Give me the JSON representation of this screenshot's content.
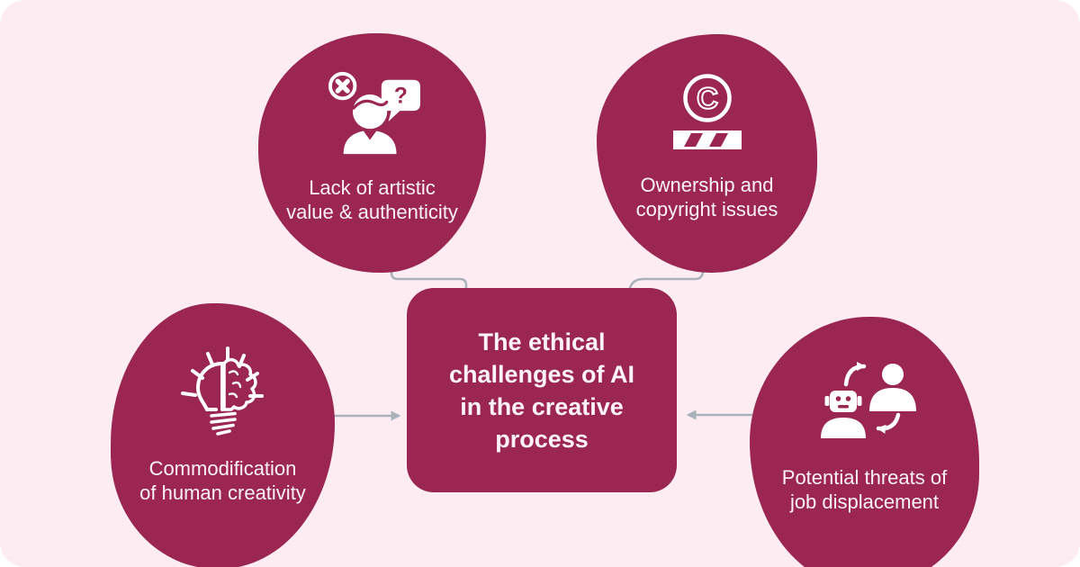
{
  "diagram": {
    "title_lines": [
      "The ethical",
      "challenges of AI",
      "in the creative",
      "process"
    ],
    "nodes": [
      {
        "id": "lack-artistic-value",
        "icon": "person-question-x-icon",
        "lines": [
          "Lack of artistic",
          "value & authenticity"
        ]
      },
      {
        "id": "ownership-copyright",
        "icon": "copyright-stamp-icon",
        "lines": [
          "Ownership and",
          "copyright issues"
        ]
      },
      {
        "id": "commodification",
        "icon": "bulb-brain-icon",
        "lines": [
          "Commodification",
          "of human creativity"
        ]
      },
      {
        "id": "job-displacement",
        "icon": "robot-human-swap-icon",
        "lines": [
          "Potential threats of",
          "job displacement"
        ]
      }
    ],
    "glyphs": {
      "question_mark": "?",
      "copyright_letter": "C"
    },
    "colors": {
      "background": "#ffffff",
      "card": "#fdedf3",
      "blob": "#9a2651",
      "icon": "#ffffff",
      "arrow": "#a9b2ba",
      "text": "#fdf1f6"
    }
  }
}
